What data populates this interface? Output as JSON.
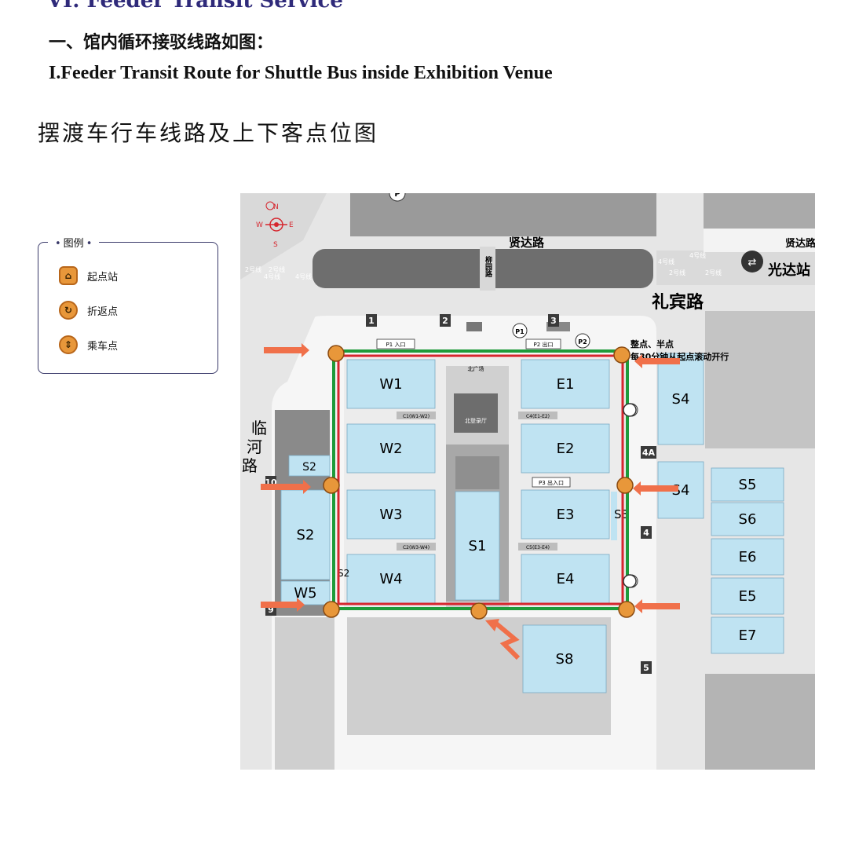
{
  "section_title_cut": "VI. Feeder Transit Service",
  "heading_cn": "一、馆内循环接驳线路如图：",
  "heading_en": "I.Feeder Transit Route for Shuttle Bus inside Exhibition Venue",
  "map_title": "摆渡车行车线路及上下客点位图",
  "legend": {
    "title": "图例",
    "items": [
      {
        "label": "起点站",
        "icon": "bus-start-icon"
      },
      {
        "label": "折返点",
        "icon": "turnaround-icon"
      },
      {
        "label": "乘车点",
        "icon": "boarding-point-icon"
      }
    ]
  },
  "map": {
    "compass": {
      "n": "N",
      "s": "S",
      "e": "E",
      "w": "W"
    },
    "roads": {
      "xianda": "贤达路",
      "xianda_right": "贤达路",
      "libin": "礼宾路",
      "linhe": [
        "临",
        "河",
        "路"
      ],
      "liuyuan": "柳园路"
    },
    "metro_station": "光达站",
    "metro_lines": [
      "2号线",
      "2号线",
      "4号线",
      "4号线",
      "4号线",
      "4号线",
      "2号线",
      "2号线"
    ],
    "halls": {
      "W1": "W1",
      "W2": "W2",
      "W3": "W3",
      "W4": "W4",
      "W5": "W5",
      "E1": "E1",
      "E2": "E2",
      "E3": "E3",
      "E4": "E4",
      "E5": "E5",
      "E6": "E6",
      "E7": "E7",
      "S1": "S1",
      "S2": "S2",
      "S2b": "S2",
      "S3": "S3",
      "S4": "S4",
      "S4b": "S4",
      "S5": "S5",
      "S6": "S6",
      "S8": "S8",
      "S2small": "S2"
    },
    "plaza_north": "北广场",
    "north_hall": "北登录厅",
    "corridors": [
      "C1(W1-W2)",
      "C4(E1-E2)",
      "C2(W3-W4)",
      "C5(E3-E4)"
    ],
    "gates": [
      "1",
      "2",
      "3",
      "4",
      "4A",
      "5",
      "9",
      "10"
    ],
    "parking": [
      "P",
      "P1",
      "P2",
      "P3",
      "P1 入口",
      "P2 出口",
      "P3 出入口"
    ],
    "schedule_note_1": "整点、半点",
    "schedule_note_2": "每30分钟从起点滚动开行",
    "colors": {
      "route_red": "#d6262e",
      "route_green": "#1e9b3a",
      "hall": "#bfe3f2",
      "road": "#e4e4e4",
      "marker": "#e8973a",
      "arrow": "#f0704a"
    }
  }
}
